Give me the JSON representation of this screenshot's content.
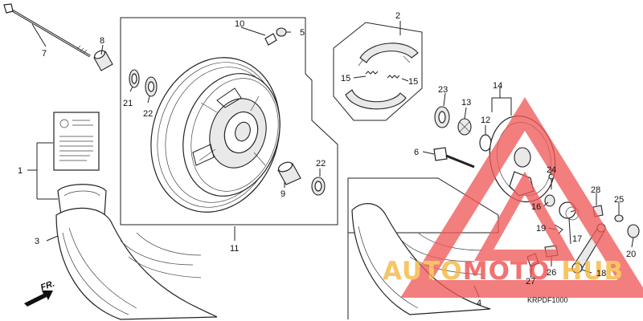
{
  "parts": [
    {
      "id": "p1",
      "label": "1"
    },
    {
      "id": "p2",
      "label": "2"
    },
    {
      "id": "p3",
      "label": "3"
    },
    {
      "id": "p4",
      "label": "4"
    },
    {
      "id": "p5",
      "label": "5"
    },
    {
      "id": "p6",
      "label": "6"
    },
    {
      "id": "p7",
      "label": "7"
    },
    {
      "id": "p8",
      "label": "8"
    },
    {
      "id": "p9",
      "label": "9"
    },
    {
      "id": "p10",
      "label": "10"
    },
    {
      "id": "p11",
      "label": "11"
    },
    {
      "id": "p12",
      "label": "12"
    },
    {
      "id": "p13",
      "label": "13"
    },
    {
      "id": "p14",
      "label": "14"
    },
    {
      "id": "p15a",
      "label": "15"
    },
    {
      "id": "p15b",
      "label": "15"
    },
    {
      "id": "p16",
      "label": "16"
    },
    {
      "id": "p17",
      "label": "17"
    },
    {
      "id": "p18",
      "label": "18"
    },
    {
      "id": "p19",
      "label": "19"
    },
    {
      "id": "p20",
      "label": "20"
    },
    {
      "id": "p21",
      "label": "21"
    },
    {
      "id": "p22a",
      "label": "22"
    },
    {
      "id": "p22b",
      "label": "22"
    },
    {
      "id": "p23",
      "label": "23"
    },
    {
      "id": "p24",
      "label": "24"
    },
    {
      "id": "p25",
      "label": "25"
    },
    {
      "id": "p26",
      "label": "26"
    },
    {
      "id": "p27",
      "label": "27"
    },
    {
      "id": "p28",
      "label": "28"
    }
  ],
  "direction_label": "FR.",
  "diagram_code": "KRPDF1000",
  "watermark": {
    "word1": "AUTOMOTO",
    "word2": "HUB",
    "color_triangle": "#f05a5a",
    "color_auto": "#f4b63c",
    "color_moto": "#ee4b4b",
    "color_hub": "#f4b63c"
  }
}
